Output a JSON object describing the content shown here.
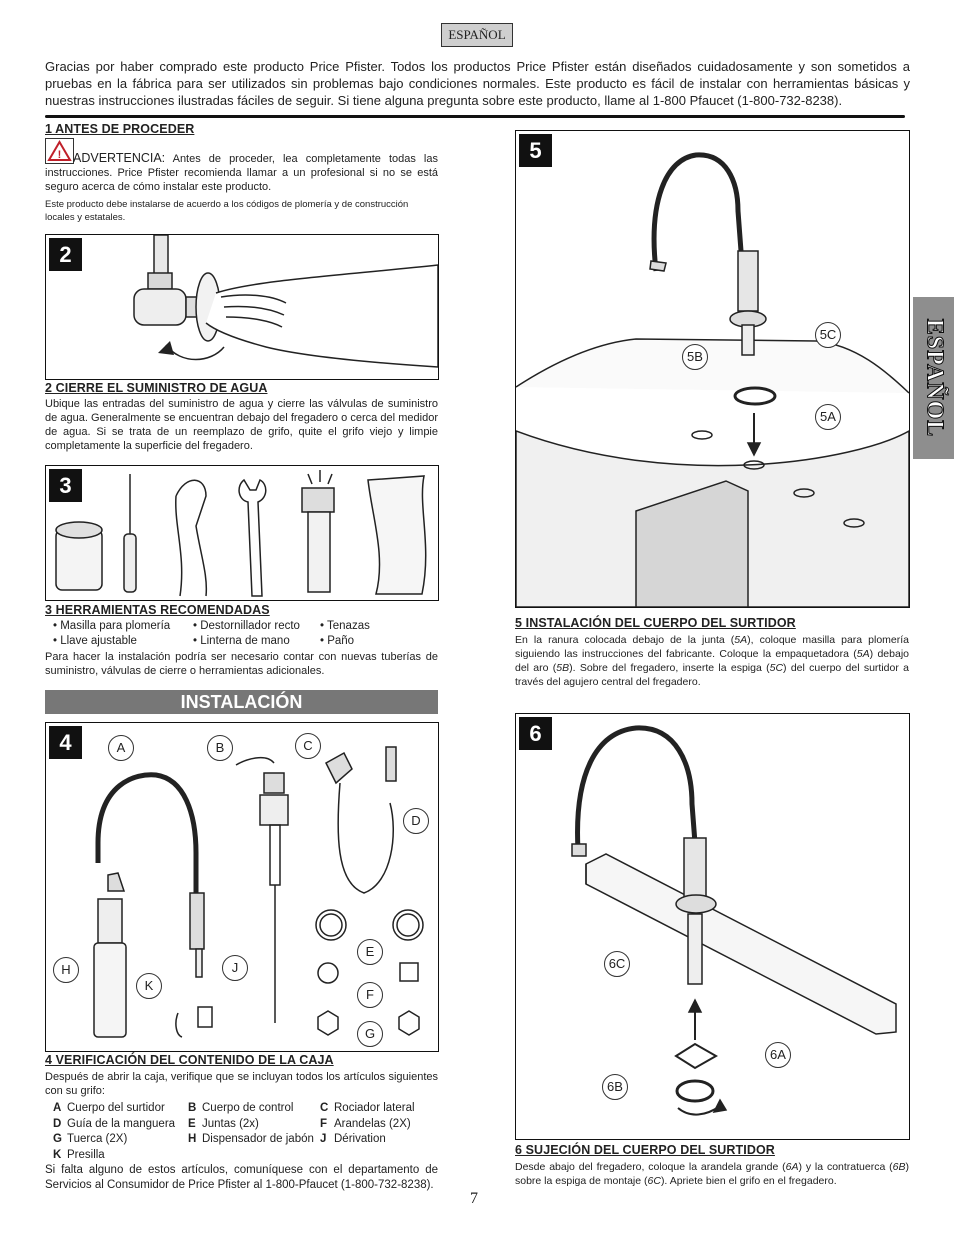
{
  "language_tag": "ESPAÑOL",
  "intro": "Gracias por haber comprado este producto Price Pfister. Todos los productos Price Pfister están diseñados cuidadosamente y son sometidos a pruebas en la fábrica para ser utilizados sin problemas bajo condiciones normales. Este producto es fácil de instalar con herramientas básicas y nuestras instrucciones ilustradas fáciles de seguir. Si tiene alguna pregunta sobre este producto, llame al 1-800 Pfaucet (1-800-732-8238).",
  "section1": {
    "heading": "1   ANTES DE PROCEDER",
    "warning_label": "ADVERTENCIA:",
    "warning_text": " Antes de proceder, lea completamente todas las instrucciones. Price Pfister recomienda llamar a un profesional si no se está seguro acerca de cómo instalar este producto.",
    "note": "Este producto debe instalarse de acuerdo a los códigos de plomería y de construcción locales y estatales."
  },
  "figures": {
    "f2": "2",
    "f3": "3",
    "f4": "4",
    "f5": "5",
    "f6": "6"
  },
  "section2": {
    "heading": "2   CIERRE EL SUMINISTRO DE AGUA",
    "text": "Ubique las entradas del suministro de agua y cierre las válvulas de suministro de agua. Generalmente se encuentran debajo del fregadero o cerca del medidor de agua. Si se trata de un reemplazo de grifo, quite el grifo viejo y limpie completamente la superficie del fregadero."
  },
  "section3": {
    "heading": "3   HERRAMIENTAS RECOMENDADAS",
    "tools": [
      [
        "• Masilla para plomería",
        "• Destornillador recto",
        "• Tenazas"
      ],
      [
        "• Llave ajustable",
        "• Linterna de mano",
        "• Paño"
      ]
    ],
    "text": "Para hacer la instalación podría ser necesario contar con nuevas tuberías de suministro, válvulas de cierre o herramientas adicionales."
  },
  "install_heading": "INSTALACIÓN",
  "figure4_labels": {
    "A": "A",
    "B": "B",
    "C": "C",
    "D": "D",
    "E": "E",
    "F": "F",
    "G": "G",
    "H": "H",
    "J": "J",
    "K": "K"
  },
  "section4": {
    "heading": "4  VERIFICACIÓN DEL CONTENIDO DE LA CAJA",
    "text": "Después de abrir la caja, verifique que se incluyan todos los artículos siguientes con su grifo:",
    "parts": [
      [
        [
          "A",
          "Cuerpo del surtidor"
        ],
        [
          "B",
          "Cuerpo de control"
        ],
        [
          "C",
          "Rociador lateral"
        ]
      ],
      [
        [
          "D",
          "Guía de la manguera"
        ],
        [
          "E",
          "Juntas (2x)"
        ],
        [
          "F",
          "Arandelas (2X)"
        ]
      ],
      [
        [
          "G",
          "Tuerca (2X)"
        ],
        [
          "H",
          "Dispensador de jabón"
        ],
        [
          "J",
          "Dérivation"
        ]
      ],
      [
        [
          "K",
          "Presilla"
        ]
      ]
    ],
    "footer": "Si falta alguno de estos artículos, comuníquese con el departamento de Servicios al Consumidor de Price Pfister al 1-800-Pfaucet (1-800-732-8238)."
  },
  "figure5_labels": {
    "a": "5A",
    "b": "5B",
    "c": "5C"
  },
  "section5": {
    "heading": "5  INSTALACIÓN DEL CUERPO DEL SURTIDOR",
    "t1": "En la ranura colocada debajo de la junta (",
    "i1": "5A",
    "t2": "), coloque masilla para plomería siguiendo las instrucciones del fabricante. Coloque la empaquetadora (",
    "i2": "5A",
    "t3": ") debajo del aro (",
    "i3": "5B",
    "t4": ").  Sobre del fregadero, inserte la espiga (",
    "i4": "5C",
    "t5": ") del cuerpo del surtidor a través del agujero central del fregadero."
  },
  "figure6_labels": {
    "a": "6A",
    "b": "6B",
    "c": "6C"
  },
  "section6": {
    "heading": "6  SUJECIÓN DEL CUERPO DEL SURTIDOR",
    "t1": "Desde abajo del fregadero, coloque la arandela grande (",
    "i1": "6A",
    "t2": ") y la contratuerca (",
    "i2": "6B",
    "t3": ") sobre la espiga de montaje (",
    "i3": "6C",
    "t4": "). Apriete bien el grifo en el fregadero."
  },
  "side_tab": "ESPAÑOL",
  "page_number": "7"
}
